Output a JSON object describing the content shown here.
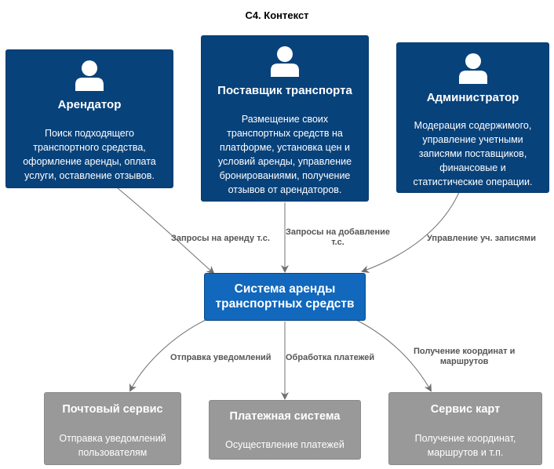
{
  "title": "C4. Контекст",
  "persons": {
    "renter": {
      "name": "Арендатор",
      "desc": [
        "Поиск подходящего",
        "транспортного средства,",
        "оформление аренды, оплата",
        "услуги, оставление отзывов."
      ]
    },
    "supplier": {
      "name": "Поставщик транспорта",
      "desc": [
        "Размещение своих",
        "транспортных средств на",
        "платформе, установка цен и",
        "условий аренды, управление",
        "бронированиями, получение",
        "отзывов от арендаторов."
      ]
    },
    "admin": {
      "name": "Администратор",
      "desc": [
        "Модерация содержимого,",
        "управление учетными",
        "записями поставщиков,",
        "финансовые и",
        "статистические операции."
      ]
    }
  },
  "system": {
    "name": [
      "Система аренды",
      "транспортных средств"
    ]
  },
  "external": {
    "mail": {
      "name": "Почтовый сервис",
      "desc": [
        "Отправка уведомлений",
        "пользователям"
      ]
    },
    "payment": {
      "name": "Платежная система",
      "desc": [
        "Осуществление платежей"
      ]
    },
    "maps": {
      "name": "Сервис карт",
      "desc": [
        "Получение координат,",
        "маршрутов и т.п."
      ]
    }
  },
  "edges": {
    "renter_system": "Запросы на аренду т.с.",
    "supplier_system": [
      "Запросы на добавление",
      "т.с."
    ],
    "admin_system": "Управление уч. записями",
    "system_mail": "Отправка уведомлений",
    "system_payment": "Обработка платежей",
    "system_maps": [
      "Получение координат и",
      "маршрутов"
    ]
  },
  "colors": {
    "person": "#08427b",
    "system": "#1168bd",
    "external": "#999999",
    "edge": "#707070"
  }
}
